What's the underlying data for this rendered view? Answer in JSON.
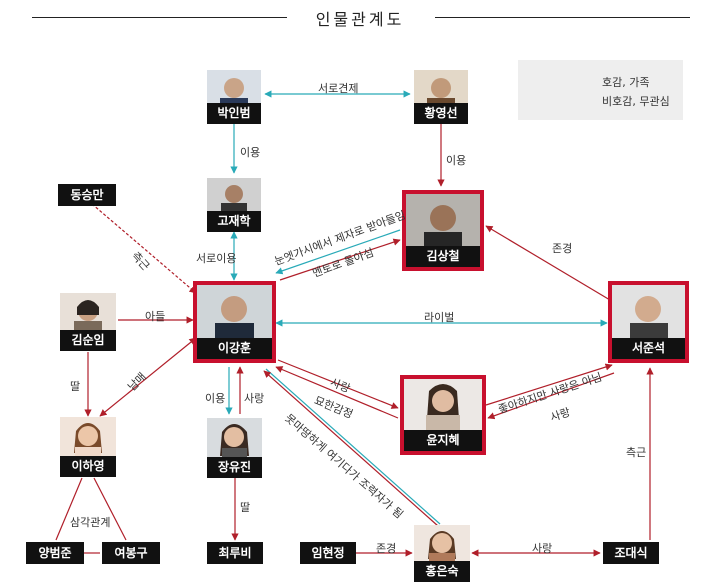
{
  "title": "인물관계도",
  "legend": {
    "favor_label": "호감, 가족",
    "hostile_label": "비호감, 무관심",
    "favor_color": "#b01f2a",
    "hostile_color": "#29aab8"
  },
  "people": {
    "park_inbeom": "박인범",
    "hwang_yeongseon": "황영선",
    "go_jaehak": "고재학",
    "dong_seungman": "동승만",
    "kim_sangcheol": "김상철",
    "lee_ganghun": "이강훈",
    "seo_junseok": "서준석",
    "kim_sunim": "김순임",
    "yun_jihye": "윤지혜",
    "lee_hayeong": "이하영",
    "jang_yujin": "장유진",
    "yang_beomjun": "양범준",
    "yeo_bonggu": "여봉구",
    "choe_rubi": "최루비",
    "im_hyeonjeong": "임현정",
    "hong_eunsuk": "홍은숙",
    "jo_daesik": "조대식"
  },
  "edges": {
    "mutual_check": "서로견제",
    "use_1": "이용",
    "use_2": "이용",
    "use_3": "이용",
    "mutual_use": "서로이용",
    "closest_aide": "측근",
    "closest_aide_2": "측근",
    "son": "아들",
    "siblings": "남매",
    "daughter": "딸",
    "daughter_2": "딸",
    "love_1": "사랑",
    "love_2": "사랑",
    "love_3": "사랑",
    "love_4": "사랑",
    "respect_1": "존경",
    "respect_2": "존경",
    "rival": "라이벌",
    "thorn": "눈엣가시에서 제자로 받아들임",
    "mentor": "멘토로 돌아섬",
    "curious": "묘한감정",
    "likes_not_love": "좋아하지만 사랑은 아님",
    "reluctant_helper": "못마땅하게 여기다가 조력자가 됨",
    "triangle": "삼각관계"
  }
}
